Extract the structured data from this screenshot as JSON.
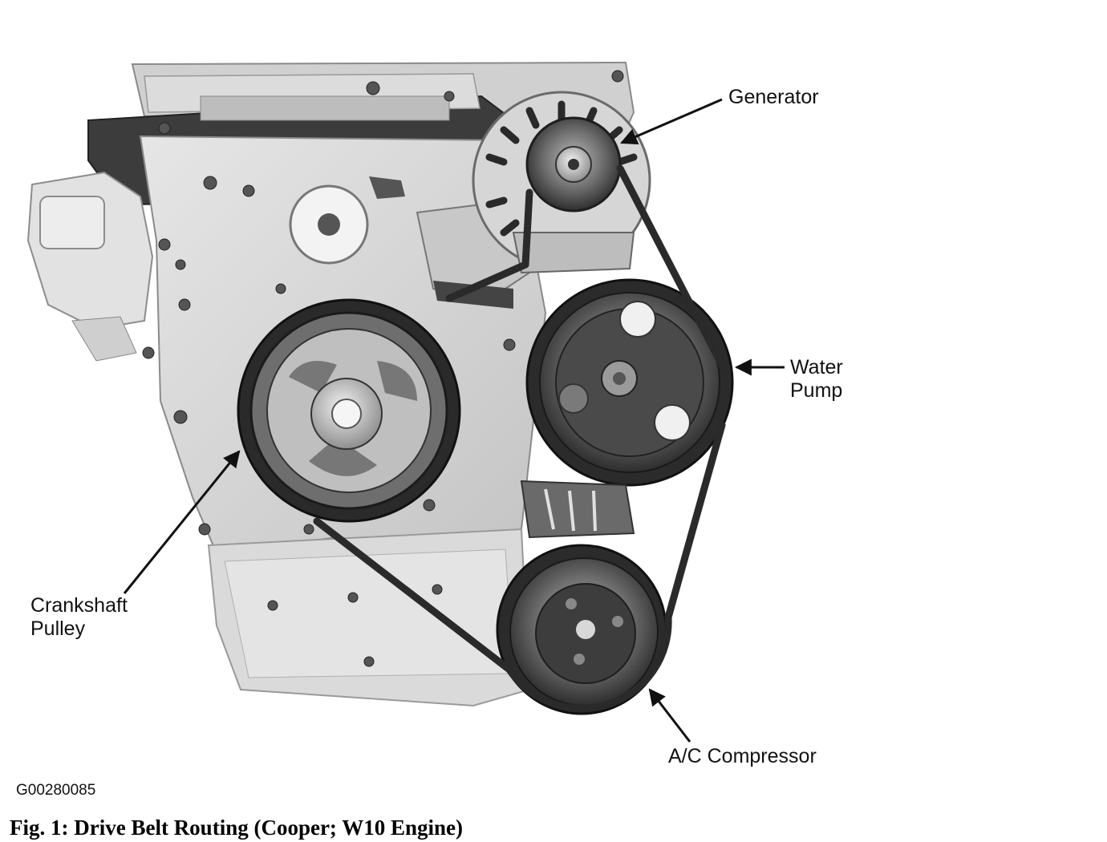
{
  "labels": {
    "generator": "Generator",
    "water_pump_line1": "Water",
    "water_pump_line2": "Pump",
    "crankshaft_line1": "Crankshaft",
    "crankshaft_line2": "Pulley",
    "ac_compressor": "A/C Compressor"
  },
  "figure_code": "G00280085",
  "caption": "Fig. 1: Drive Belt Routing (Cooper; W10 Engine)",
  "colors": {
    "belt": "#2a2a2a",
    "pulley": "#3a3a3a",
    "engine_block": "#d9d9d9",
    "text": "#111111"
  }
}
